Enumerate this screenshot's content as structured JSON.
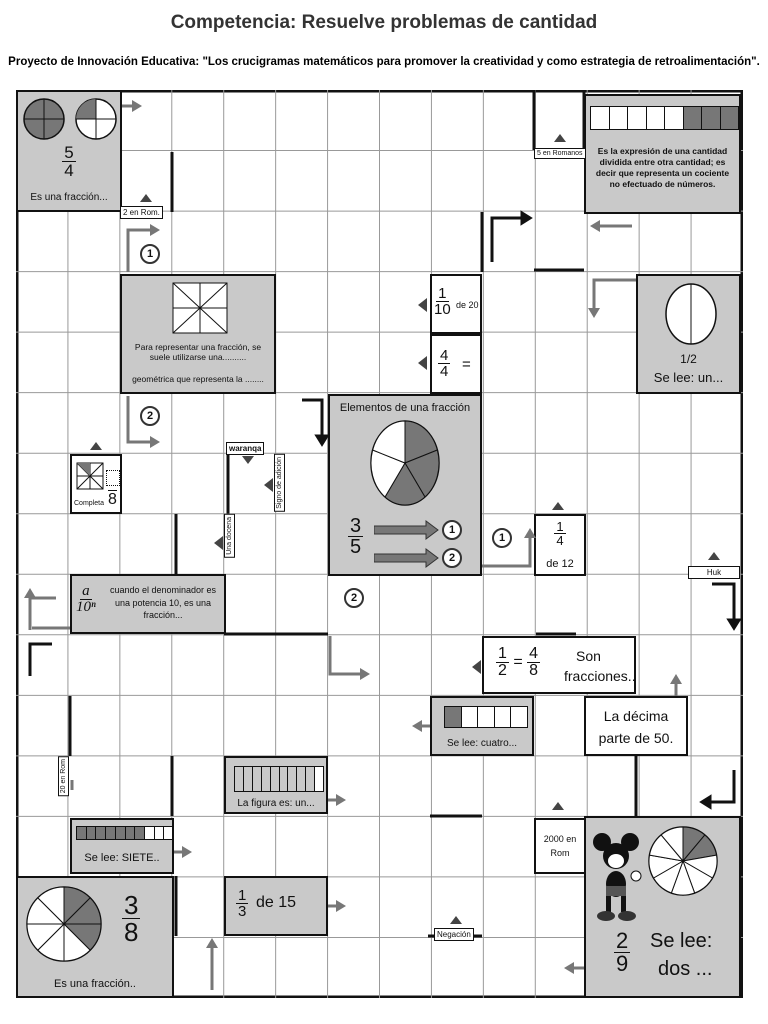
{
  "header": {
    "title": "Competencia: Resuelve problemas de cantidad",
    "subtitle": "Proyecto de Innovación Educativa: \"Los crucigramas matemáticos para promover la creatividad y como estrategia de retroalimentación\"."
  },
  "clues": {
    "c1": {
      "num": "5",
      "den": "4",
      "text": "Es una fracción..."
    },
    "c2": {
      "text": "Es la expresión de una cantidad dividida entre otra cantidad; es decir que representa un cociente no efectuado de números."
    },
    "c3": {
      "text1": "Para representar una fracción, se suele utilizarse una..........",
      "text2": "geométrica que representa la ........"
    },
    "c4": {
      "num": "1",
      "den": "10",
      "text": "de 20"
    },
    "c5": {
      "num": "4",
      "den": "4",
      "text": "="
    },
    "c6": {
      "value": "1/2",
      "text": "Se lee: un..."
    },
    "c7": {
      "title": "Elementos de una fracción",
      "num": "3",
      "den": "5"
    },
    "c8": {
      "text": "Completa",
      "den": "8"
    },
    "c9": {
      "num": "1",
      "den": "4",
      "text": "de 12"
    },
    "c10": {
      "num": "a",
      "den": "10ⁿ",
      "text": "cuando el denominador es una potencia 10, es una fracción..."
    },
    "c11": {
      "n1": "1",
      "d1": "2",
      "eq": "=",
      "n2": "4",
      "d2": "8",
      "text1": "Son",
      "text2": "fracciones..."
    },
    "c12": {
      "text": "Se lee: cuatro..."
    },
    "c13": {
      "text1": "La décima",
      "text2": "parte de 50."
    },
    "c14": {
      "text": "La figura es: un..."
    },
    "c15": {
      "text": "Se lee: SIETE.."
    },
    "c16": {
      "text1": "2000 en",
      "text2": "Rom"
    },
    "c17": {
      "num": "2",
      "den": "9",
      "text1": "Se lee:",
      "text2": "dos ..."
    },
    "c18": {
      "num": "3",
      "den": "8",
      "text": "Es una fracción.."
    },
    "c19": {
      "num": "1",
      "den": "3",
      "text": "de 15"
    }
  },
  "labels": {
    "l1": "2 en Rom.",
    "l2": "5 en Romanos",
    "l3": "waranqa",
    "l4": "Signo de adición",
    "l5": "Una docena",
    "l6": "Huk",
    "l7": "20 en Rom",
    "l8": "Negación"
  },
  "markers": {
    "one": "1",
    "two": "2"
  }
}
